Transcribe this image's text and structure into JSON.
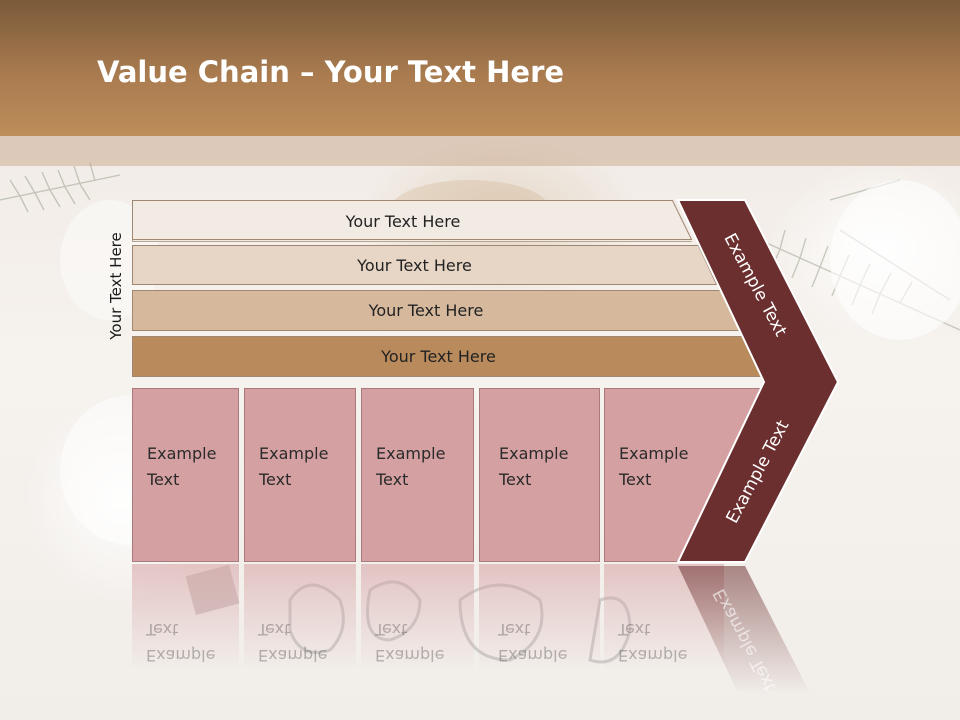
{
  "slide": {
    "title_bold": "Value Chain",
    "title_rest": " – Your Text Here",
    "side_label": "Your Text Here"
  },
  "bars": [
    {
      "label": "Your Text Here"
    },
    {
      "label": "Your Text Here"
    },
    {
      "label": "Your Text Here"
    },
    {
      "label": "Your Text Here"
    }
  ],
  "boxes": [
    {
      "line1": "Example",
      "line2": "Text"
    },
    {
      "line1": "Example",
      "line2": "Text"
    },
    {
      "line1": "Example",
      "line2": "Text"
    },
    {
      "line1": "Example",
      "line2": "Text"
    },
    {
      "line1": "Example",
      "line2": "Text"
    }
  ],
  "chevron": {
    "upper_label": "Example Text",
    "lower_label": "Example Text",
    "color": "#6b2f2f"
  },
  "colors": {
    "header": "#a97b4f",
    "box": "#d4a0a2",
    "bar_shades": [
      "#f2ebe3",
      "#e7d6c6",
      "#d6b99d",
      "#b88a5c"
    ]
  }
}
